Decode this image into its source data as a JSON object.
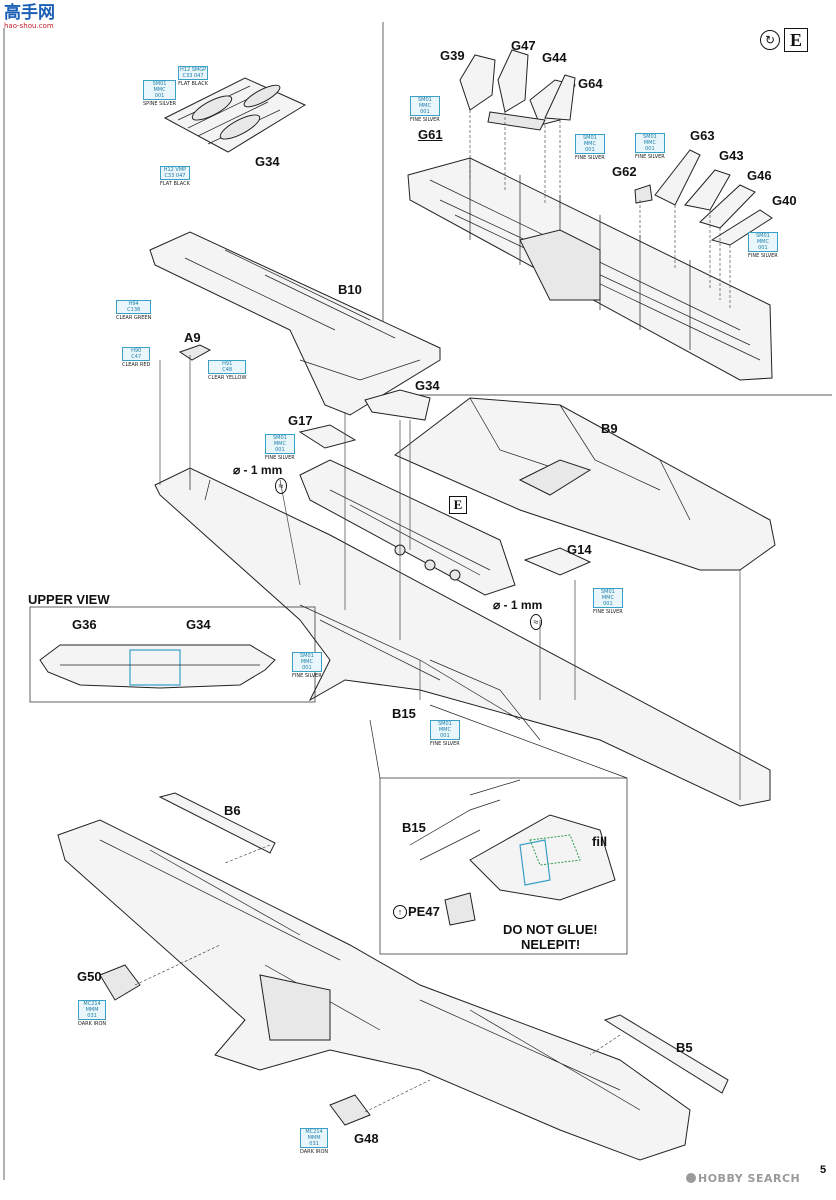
{
  "header": {
    "logo_text": "高手网",
    "logo_url": "hao-shou.com"
  },
  "step_badge": "E",
  "fuselage_badge": "E",
  "page_number": "5",
  "watermark": "HOBBY SEARCH",
  "colors": {
    "fine_silver": "FINE SILVER",
    "flat_black": "FLAT BLACK",
    "clear_green": "CLEAR GREEN",
    "clear_red": "CLEAR RED",
    "clear_yellow": "CLEAR YELLOW",
    "dark_iron": "DARK IRON"
  },
  "labels": {
    "g34_top": "G34",
    "g39": "G39",
    "g47": "G47",
    "g44": "G44",
    "g64": "G64",
    "g61": "G61",
    "g63": "G63",
    "g43": "G43",
    "g62": "G62",
    "g46": "G46",
    "g40": "G40",
    "b10": "B10",
    "a9": "A9",
    "g34_mid": "G34",
    "g17": "G17",
    "b9": "B9",
    "dia1": "⌀ - 1 mm",
    "g14": "G14",
    "dia2": "⌀ - 1 mm",
    "upper_view": "UPPER VIEW",
    "g36": "G36",
    "g34_uv": "G34",
    "b15": "B15",
    "b6": "B6",
    "b15_detail": "B15",
    "fill": "fill",
    "pe47": "PE47",
    "do_not_glue": "DO NOT GLUE!",
    "nelepit": "NELEPIT!",
    "g50": "G50",
    "b5": "B5",
    "g48": "G48"
  },
  "tags": {
    "t1": {
      "codes": [
        "H12",
        "SMGP",
        "C33",
        "047"
      ],
      "name": "FLAT BLACK"
    },
    "t2": {
      "codes": [
        "SM01",
        "MMC",
        "001"
      ],
      "name": "SPINE SILVER"
    },
    "t3": {
      "codes": [
        "H12",
        "VMP",
        "C33",
        "047"
      ],
      "name": "FLAT BLACK"
    },
    "t4": {
      "codes": [
        "SM01",
        "MMC",
        "001"
      ],
      "name": "FINE SILVER"
    },
    "t5": {
      "codes": [
        "SM01",
        "MMC",
        "001"
      ],
      "name": "FINE SILVER"
    },
    "t6": {
      "codes": [
        "SM01",
        "MMC",
        "001"
      ],
      "name": "FINE SILVER"
    },
    "t7": {
      "codes": [
        "SM01",
        "MMC",
        "001"
      ],
      "name": "FINE SILVER"
    },
    "t8": {
      "codes": [
        "H94",
        "C138"
      ],
      "name": "CLEAR GREEN"
    },
    "t9": {
      "codes": [
        "H90",
        "C47"
      ],
      "name": "CLEAR RED"
    },
    "t10": {
      "codes": [
        "H91",
        "C48"
      ],
      "name": "CLEAR YELLOW"
    },
    "t11": {
      "codes": [
        "SM01",
        "MMC",
        "001"
      ],
      "name": "FINE SILVER"
    },
    "t12": {
      "codes": [
        "SM01",
        "MMC",
        "001"
      ],
      "name": "FINE SILVER"
    },
    "t13": {
      "codes": [
        "SM01",
        "MMC",
        "001"
      ],
      "name": "FINE SILVER"
    },
    "t14": {
      "codes": [
        "SM01",
        "MMC",
        "001"
      ],
      "name": "FINE SILVER"
    },
    "t15": {
      "codes": [
        "MC214",
        "MMM",
        "031"
      ],
      "name": "DARK IRON"
    },
    "t16": {
      "codes": [
        "MC214",
        "MMM",
        "031"
      ],
      "name": "DARK IRON"
    }
  }
}
